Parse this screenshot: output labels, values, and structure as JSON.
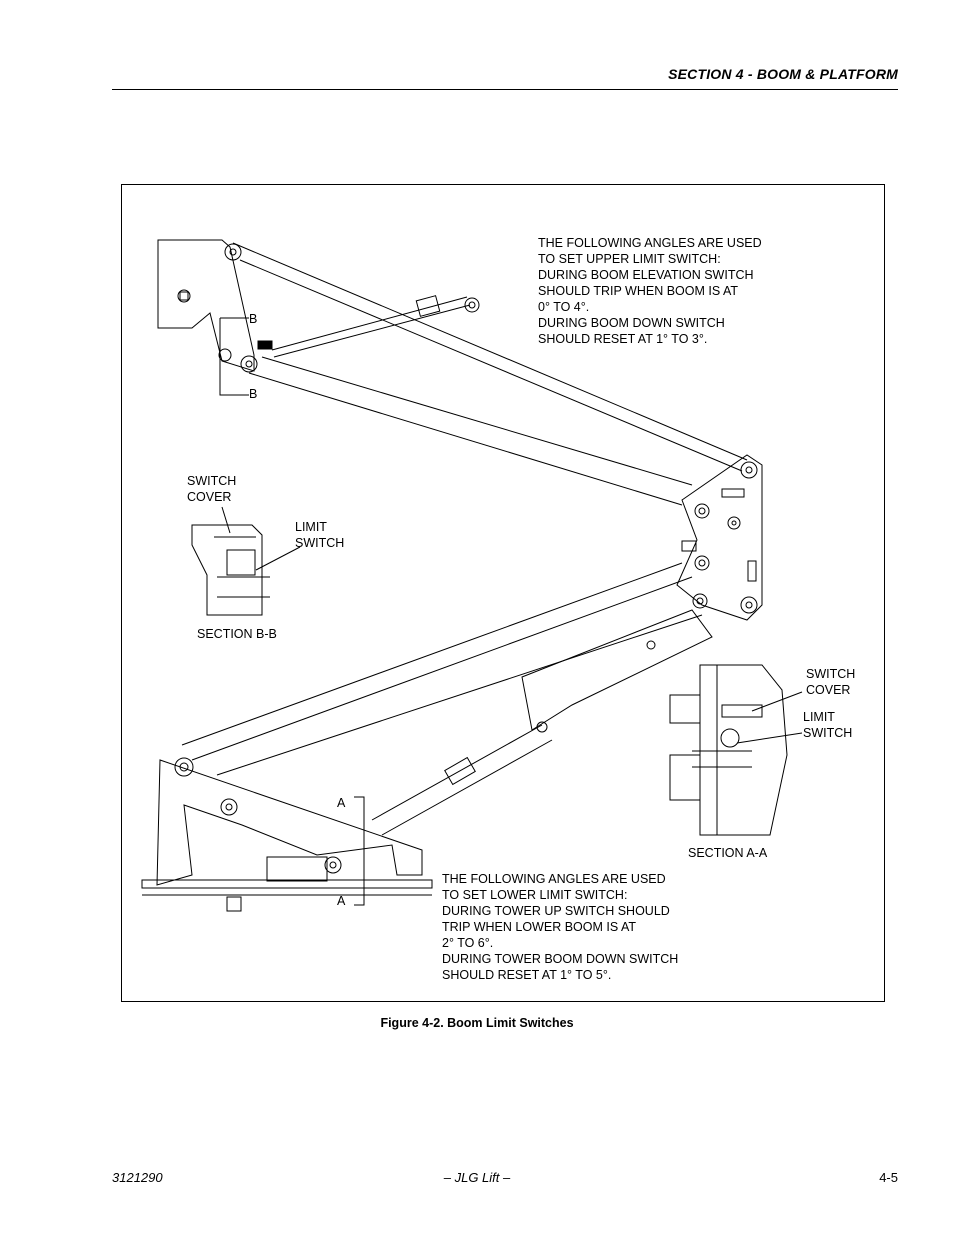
{
  "header": {
    "section_title": "SECTION 4 - BOOM & PLATFORM"
  },
  "figure": {
    "upper_note": "THE FOLLOWING ANGLES ARE USED\nTO SET UPPER LIMIT SWITCH:\nDURING BOOM ELEVATION SWITCH\nSHOULD TRIP WHEN BOOM IS AT\n0° TO 4°.\nDURING BOOM DOWN SWITCH\nSHOULD RESET AT 1° TO 3°.",
    "lower_note": "THE FOLLOWING ANGLES ARE USED\nTO SET LOWER LIMIT SWITCH:\nDURING TOWER UP SWITCH SHOULD\nTRIP WHEN LOWER BOOM IS AT\n2° TO 6°.\nDURING TOWER BOOM DOWN SWITCH\nSHOULD RESET AT 1° TO 5°.",
    "section_b_top": "B",
    "section_b_bottom": "B",
    "section_a_top": "A",
    "section_a_bottom": "A",
    "bb_switch_cover": "SWITCH\nCOVER",
    "bb_limit_switch": "LIMIT\nSWITCH",
    "bb_section_label": "SECTION B-B",
    "aa_switch_cover": "SWITCH\nCOVER",
    "aa_limit_switch": "LIMIT\nSWITCH",
    "aa_section_label": "SECTION A-A",
    "caption": "Figure 4-2.  Boom Limit Switches"
  },
  "footer": {
    "doc_number": "3121290",
    "center": "– JLG Lift –",
    "page": "4-5"
  }
}
